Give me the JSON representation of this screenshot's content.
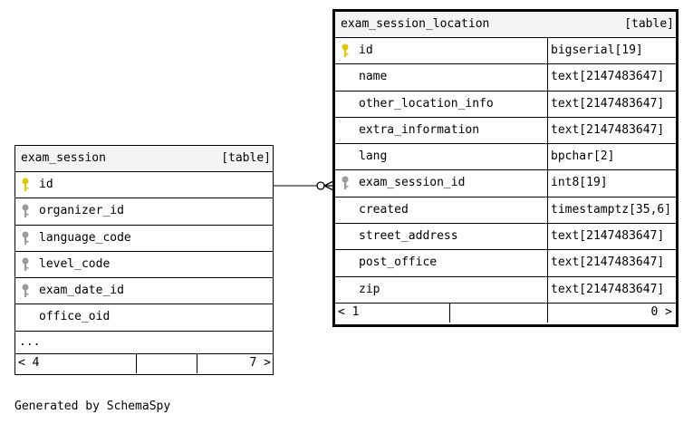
{
  "colors": {
    "pk_key": "#e6c600",
    "fk_key": "#9a9a9a",
    "header_bg": "#f4f4f4",
    "line": "#000000"
  },
  "tables": [
    {
      "id": "exam_session",
      "name": "exam_session",
      "kind": "[table]",
      "columns": [
        {
          "name": "id",
          "type": "",
          "key": "primary-key-icon"
        },
        {
          "name": "organizer_id",
          "type": "",
          "key": "foreign-key-icon"
        },
        {
          "name": "language_code",
          "type": "",
          "key": "foreign-key-icon"
        },
        {
          "name": "level_code",
          "type": "",
          "key": "foreign-key-icon"
        },
        {
          "name": "exam_date_id",
          "type": "",
          "key": "foreign-key-icon"
        },
        {
          "name": "office_oid",
          "type": "",
          "key": ""
        }
      ],
      "more": "...",
      "footer": {
        "left": "< 4",
        "right": "7 >"
      }
    },
    {
      "id": "exam_session_location",
      "name": "exam_session_location",
      "kind": "[table]",
      "columns": [
        {
          "name": "id",
          "type": "bigserial[19]",
          "key": "primary-key-icon"
        },
        {
          "name": "name",
          "type": "text[2147483647]",
          "key": ""
        },
        {
          "name": "other_location_info",
          "type": "text[2147483647]",
          "key": ""
        },
        {
          "name": "extra_information",
          "type": "text[2147483647]",
          "key": ""
        },
        {
          "name": "lang",
          "type": "bpchar[2]",
          "key": ""
        },
        {
          "name": "exam_session_id",
          "type": "int8[19]",
          "key": "foreign-key-icon"
        },
        {
          "name": "created",
          "type": "timestamptz[35,6]",
          "key": ""
        },
        {
          "name": "street_address",
          "type": "text[2147483647]",
          "key": ""
        },
        {
          "name": "post_office",
          "type": "text[2147483647]",
          "key": ""
        },
        {
          "name": "zip",
          "type": "text[2147483647]",
          "key": ""
        }
      ],
      "more": "",
      "footer": {
        "left": "< 1",
        "right": "0 >"
      }
    }
  ],
  "credit": "Generated by SchemaSpy"
}
